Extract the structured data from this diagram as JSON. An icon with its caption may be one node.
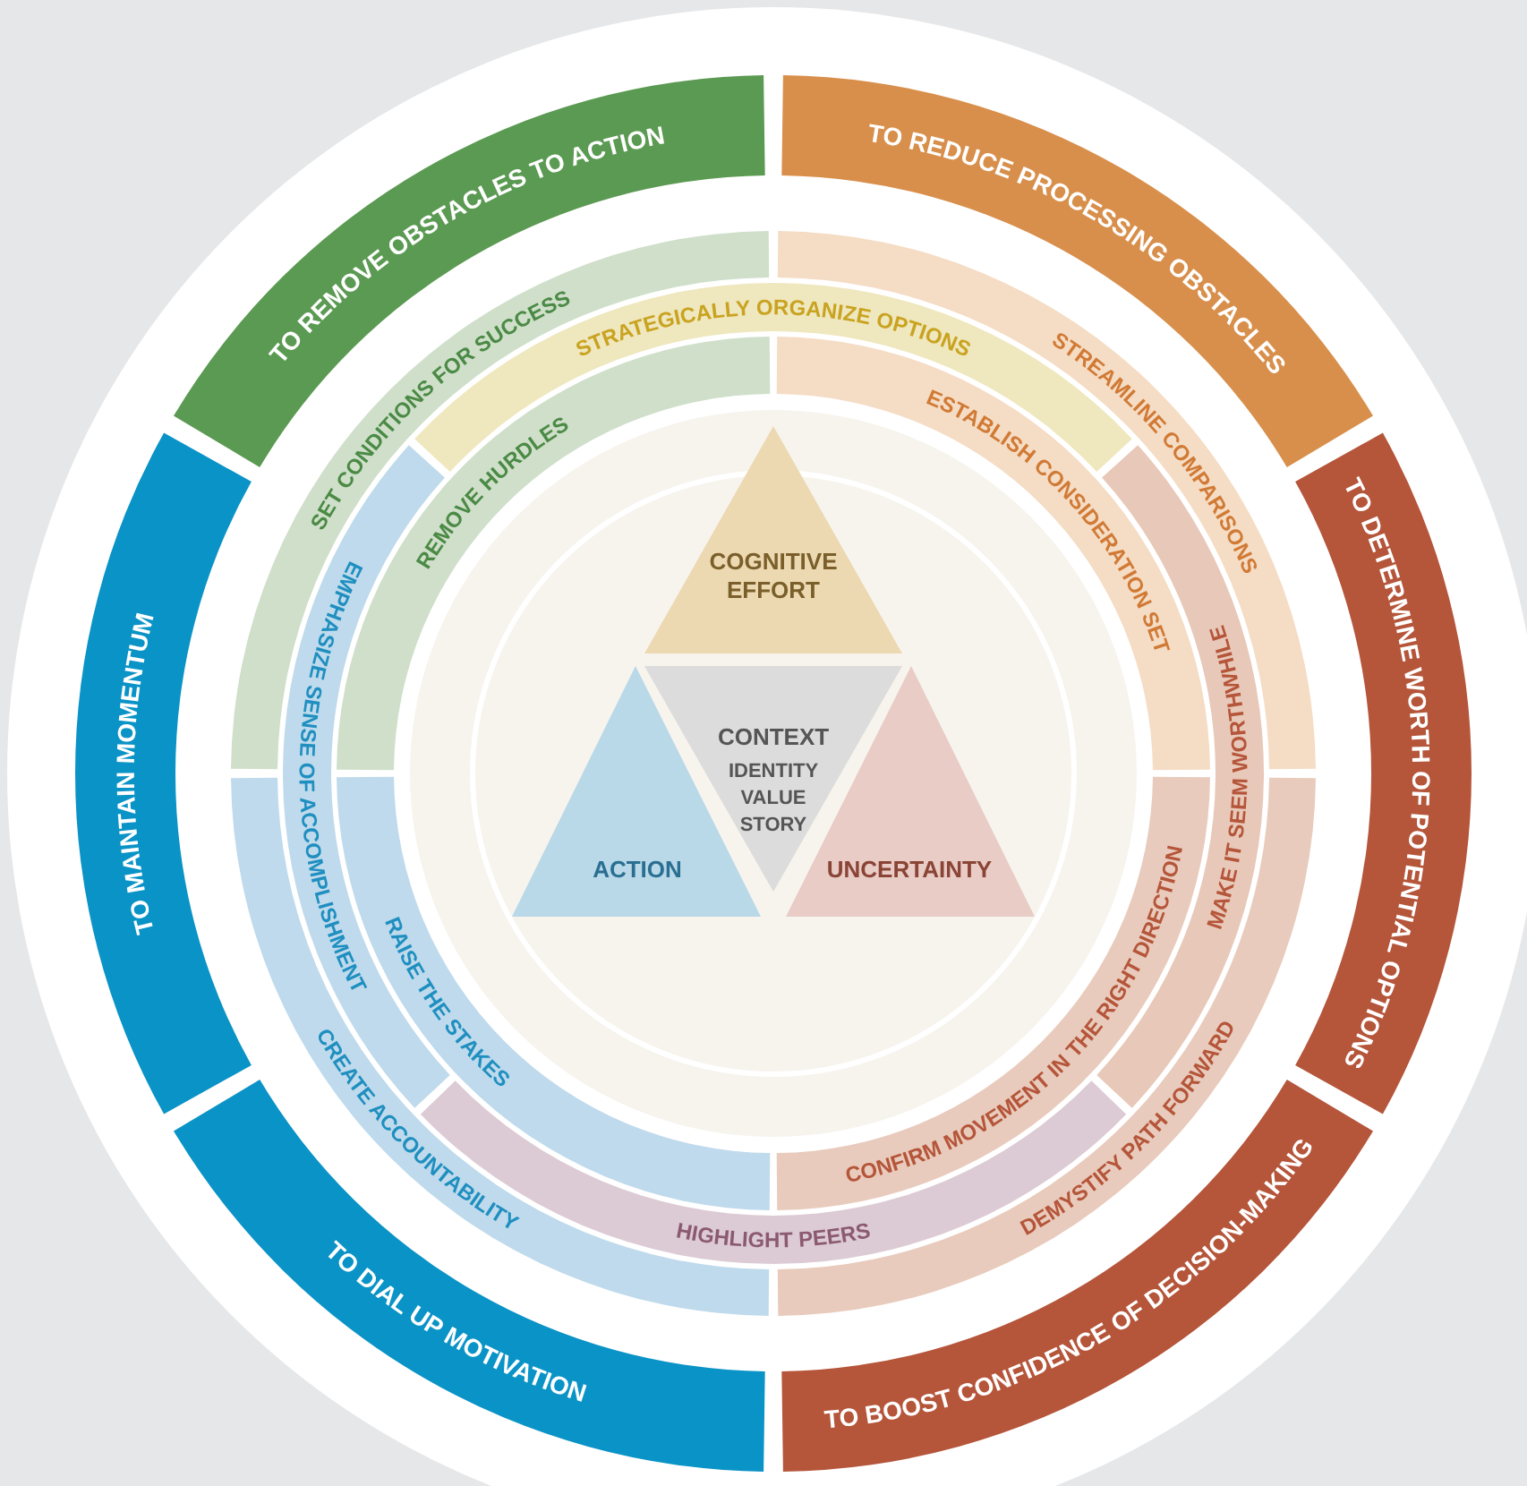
{
  "diagram": {
    "nodes": [
      {
        "text": [
          "TO REMOVE OBSTACLES TO ACTION"
        ]
      },
      {
        "text": [
          "TO REDUCE PROCESSING OBSTACLES"
        ]
      },
      {
        "text": [
          "TO DETERMINE WORTH OF POTENTIAL OPTIONS"
        ]
      },
      {
        "text": [
          "TO BOOST CONFIDENCE OF DECISION-MAKING"
        ]
      },
      {
        "text": [
          "TO DIAL UP MOTIVATION"
        ]
      },
      {
        "text": [
          "TO MAINTAIN MOMENTUM"
        ]
      },
      {
        "text": [
          "SET CONDITIONS FOR SUCCESS"
        ]
      },
      {
        "text": [
          "STREAMLINE COMPARISONS"
        ]
      },
      {
        "text": [
          "DEMYSTIFY PATH FORWARD"
        ]
      },
      {
        "text": [
          "CREATE ACCOUNTABILITY"
        ]
      },
      {
        "text": [
          "STRATEGICALLY ORGANIZE OPTIONS"
        ]
      },
      {
        "text": [
          "MAKE IT SEEM WORTHWHILE"
        ]
      },
      {
        "text": [
          "HIGHLIGHT PEERS"
        ]
      },
      {
        "text": [
          "EMPHASIZE SENSE OF ACCOMPLISHMENT"
        ]
      },
      {
        "text": [
          "REMOVE HURDLES"
        ]
      },
      {
        "text": [
          "ESTABLISH CONSIDERATION SET"
        ]
      },
      {
        "text": [
          "CONFIRM MOVEMENT IN THE RIGHT DIRECTION"
        ]
      },
      {
        "text": [
          "RAISE THE STAKES"
        ]
      },
      {
        "text": [
          "COGNITIVE EFFORT"
        ]
      },
      {
        "text": [
          "CONTEXT",
          "IDENTITY VALUE STORY"
        ]
      },
      {
        "text": [
          "ACTION"
        ]
      },
      {
        "text": [
          "UNCERTAINTY"
        ]
      }
    ]
  }
}
